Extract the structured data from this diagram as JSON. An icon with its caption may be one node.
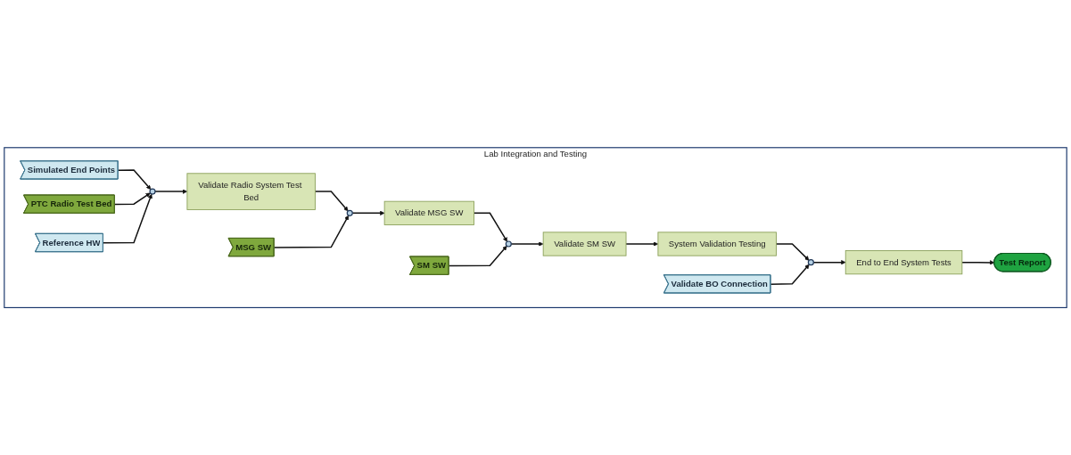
{
  "diagram": {
    "nodes": [
      {
        "text": [
          "Lab Integration and Testing"
        ]
      },
      {
        "text": [
          "Simulated End Points"
        ],
        "in": 0
      },
      {
        "text": [
          "PTC Radio Test Bed"
        ],
        "in": 0
      },
      {
        "text": [],
        "shape": "circle",
        "in": 0
      },
      {
        "text": [
          "Reference HW"
        ],
        "in": 0
      },
      {
        "text": [
          "Validate Radio System Test Bed"
        ],
        "in": 0
      },
      {
        "text": [],
        "shape": "circle",
        "in": 0
      },
      {
        "text": [
          "MSG SW"
        ],
        "in": 0
      },
      {
        "text": [
          "Validate MSG SW"
        ],
        "in": 0
      },
      {
        "text": [
          "SM SW"
        ],
        "in": 0
      },
      {
        "text": [],
        "shape": "circle",
        "in": 0
      },
      {
        "text": [
          "Validate SM SW"
        ],
        "in": 0
      },
      {
        "text": [
          "System Validation Testing"
        ],
        "in": 0
      },
      {
        "text": [
          "Validate BO Connection"
        ],
        "in": 0
      },
      {
        "text": [],
        "shape": "circle",
        "in": 0
      },
      {
        "text": [
          "End to End System Tests"
        ],
        "in": 0
      },
      {
        "text": [
          "Test Report"
        ],
        "in": 0
      }
    ],
    "edges": [
      {
        "from": 1,
        "to": 3,
        "arrow": "to"
      },
      {
        "from": 2,
        "to": 3,
        "arrow": "to"
      },
      {
        "from": 4,
        "to": 3,
        "arrow": "to"
      },
      {
        "from": 3,
        "to": 5,
        "arrow": "to"
      },
      {
        "from": 5,
        "to": 6,
        "arrow": "to"
      },
      {
        "from": 7,
        "to": 6,
        "arrow": "to"
      },
      {
        "from": 6,
        "to": 8,
        "arrow": "to"
      },
      {
        "from": 8,
        "to": 10,
        "arrow": "to"
      },
      {
        "from": 9,
        "to": 10,
        "arrow": "to"
      },
      {
        "from": 10,
        "to": 11,
        "arrow": "to"
      },
      {
        "from": 11,
        "to": 12,
        "arrow": "to"
      },
      {
        "from": 12,
        "to": 14,
        "arrow": "to"
      },
      {
        "from": 13,
        "to": 14,
        "arrow": "to"
      },
      {
        "from": 14,
        "to": 15,
        "arrow": "to"
      },
      {
        "from": 15,
        "to": 16,
        "arrow": "to"
      }
    ]
  }
}
